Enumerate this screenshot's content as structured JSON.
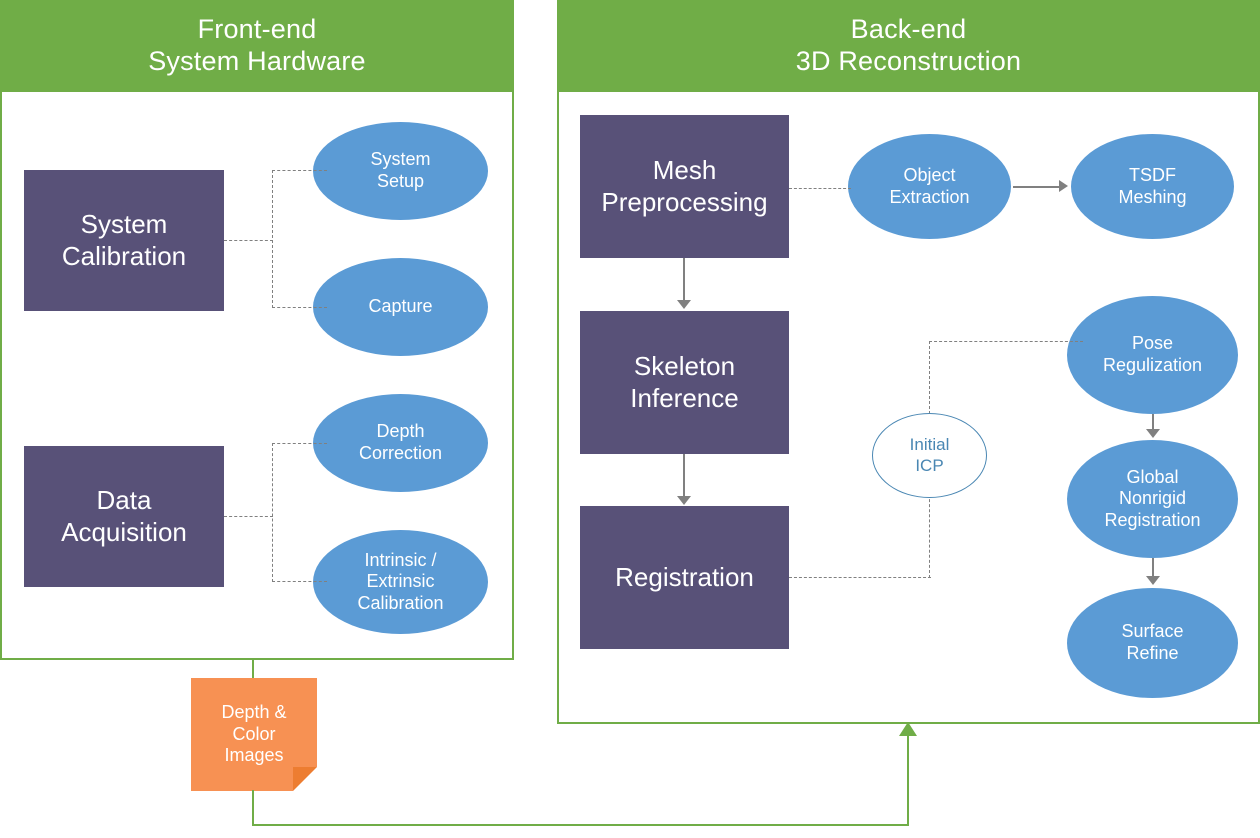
{
  "diagram": {
    "title_front": "Front-end\nSystem Hardware",
    "title_back": "Back-end\n3D Reconstruction"
  },
  "colors": {
    "green": "#70ad47",
    "purple": "#585178",
    "blue": "#5b9bd5",
    "orange": "#f79153",
    "orange_fold": "#ed7d31",
    "connector_gray": "#808080",
    "outline_blue": "#4a87b3",
    "text_white": "#ffffff"
  },
  "frontend": {
    "header_line1": "Front-end",
    "header_line2": "System Hardware",
    "boxes": [
      {
        "label_line1": "System",
        "label_line2": "Calibration"
      },
      {
        "label_line1": "Data",
        "label_line2": "Acquisition"
      }
    ],
    "ellipses": [
      {
        "label_line1": "System",
        "label_line2": "Setup",
        "label_line3": ""
      },
      {
        "label_line1": "Capture",
        "label_line2": "",
        "label_line3": ""
      },
      {
        "label_line1": "Depth",
        "label_line2": "Correction",
        "label_line3": ""
      },
      {
        "label_line1": "Intrinsic /",
        "label_line2": "Extrinsic",
        "label_line3": "Calibration"
      }
    ]
  },
  "backend": {
    "header_line1": "Back-end",
    "header_line2": "3D Reconstruction",
    "boxes": [
      {
        "label_line1": "Mesh",
        "label_line2": "Preprocessing"
      },
      {
        "label_line1": "Skeleton",
        "label_line2": "Inference"
      },
      {
        "label_line1": "Registration",
        "label_line2": ""
      }
    ],
    "ellipses": [
      {
        "label_line1": "Object",
        "label_line2": "Extraction",
        "label_line3": ""
      },
      {
        "label_line1": "TSDF",
        "label_line2": "Meshing",
        "label_line3": ""
      },
      {
        "label_line1": "Pose",
        "label_line2": "Regulization",
        "label_line3": ""
      },
      {
        "label_line1": "Global",
        "label_line2": "Nonrigid",
        "label_line3": "Registration"
      },
      {
        "label_line1": "Surface",
        "label_line2": "Refine",
        "label_line3": ""
      }
    ],
    "icp": {
      "label_line1": "Initial",
      "label_line2": "ICP"
    }
  },
  "note": {
    "label_line1": "Depth &",
    "label_line2": "Color",
    "label_line3": "Images"
  }
}
